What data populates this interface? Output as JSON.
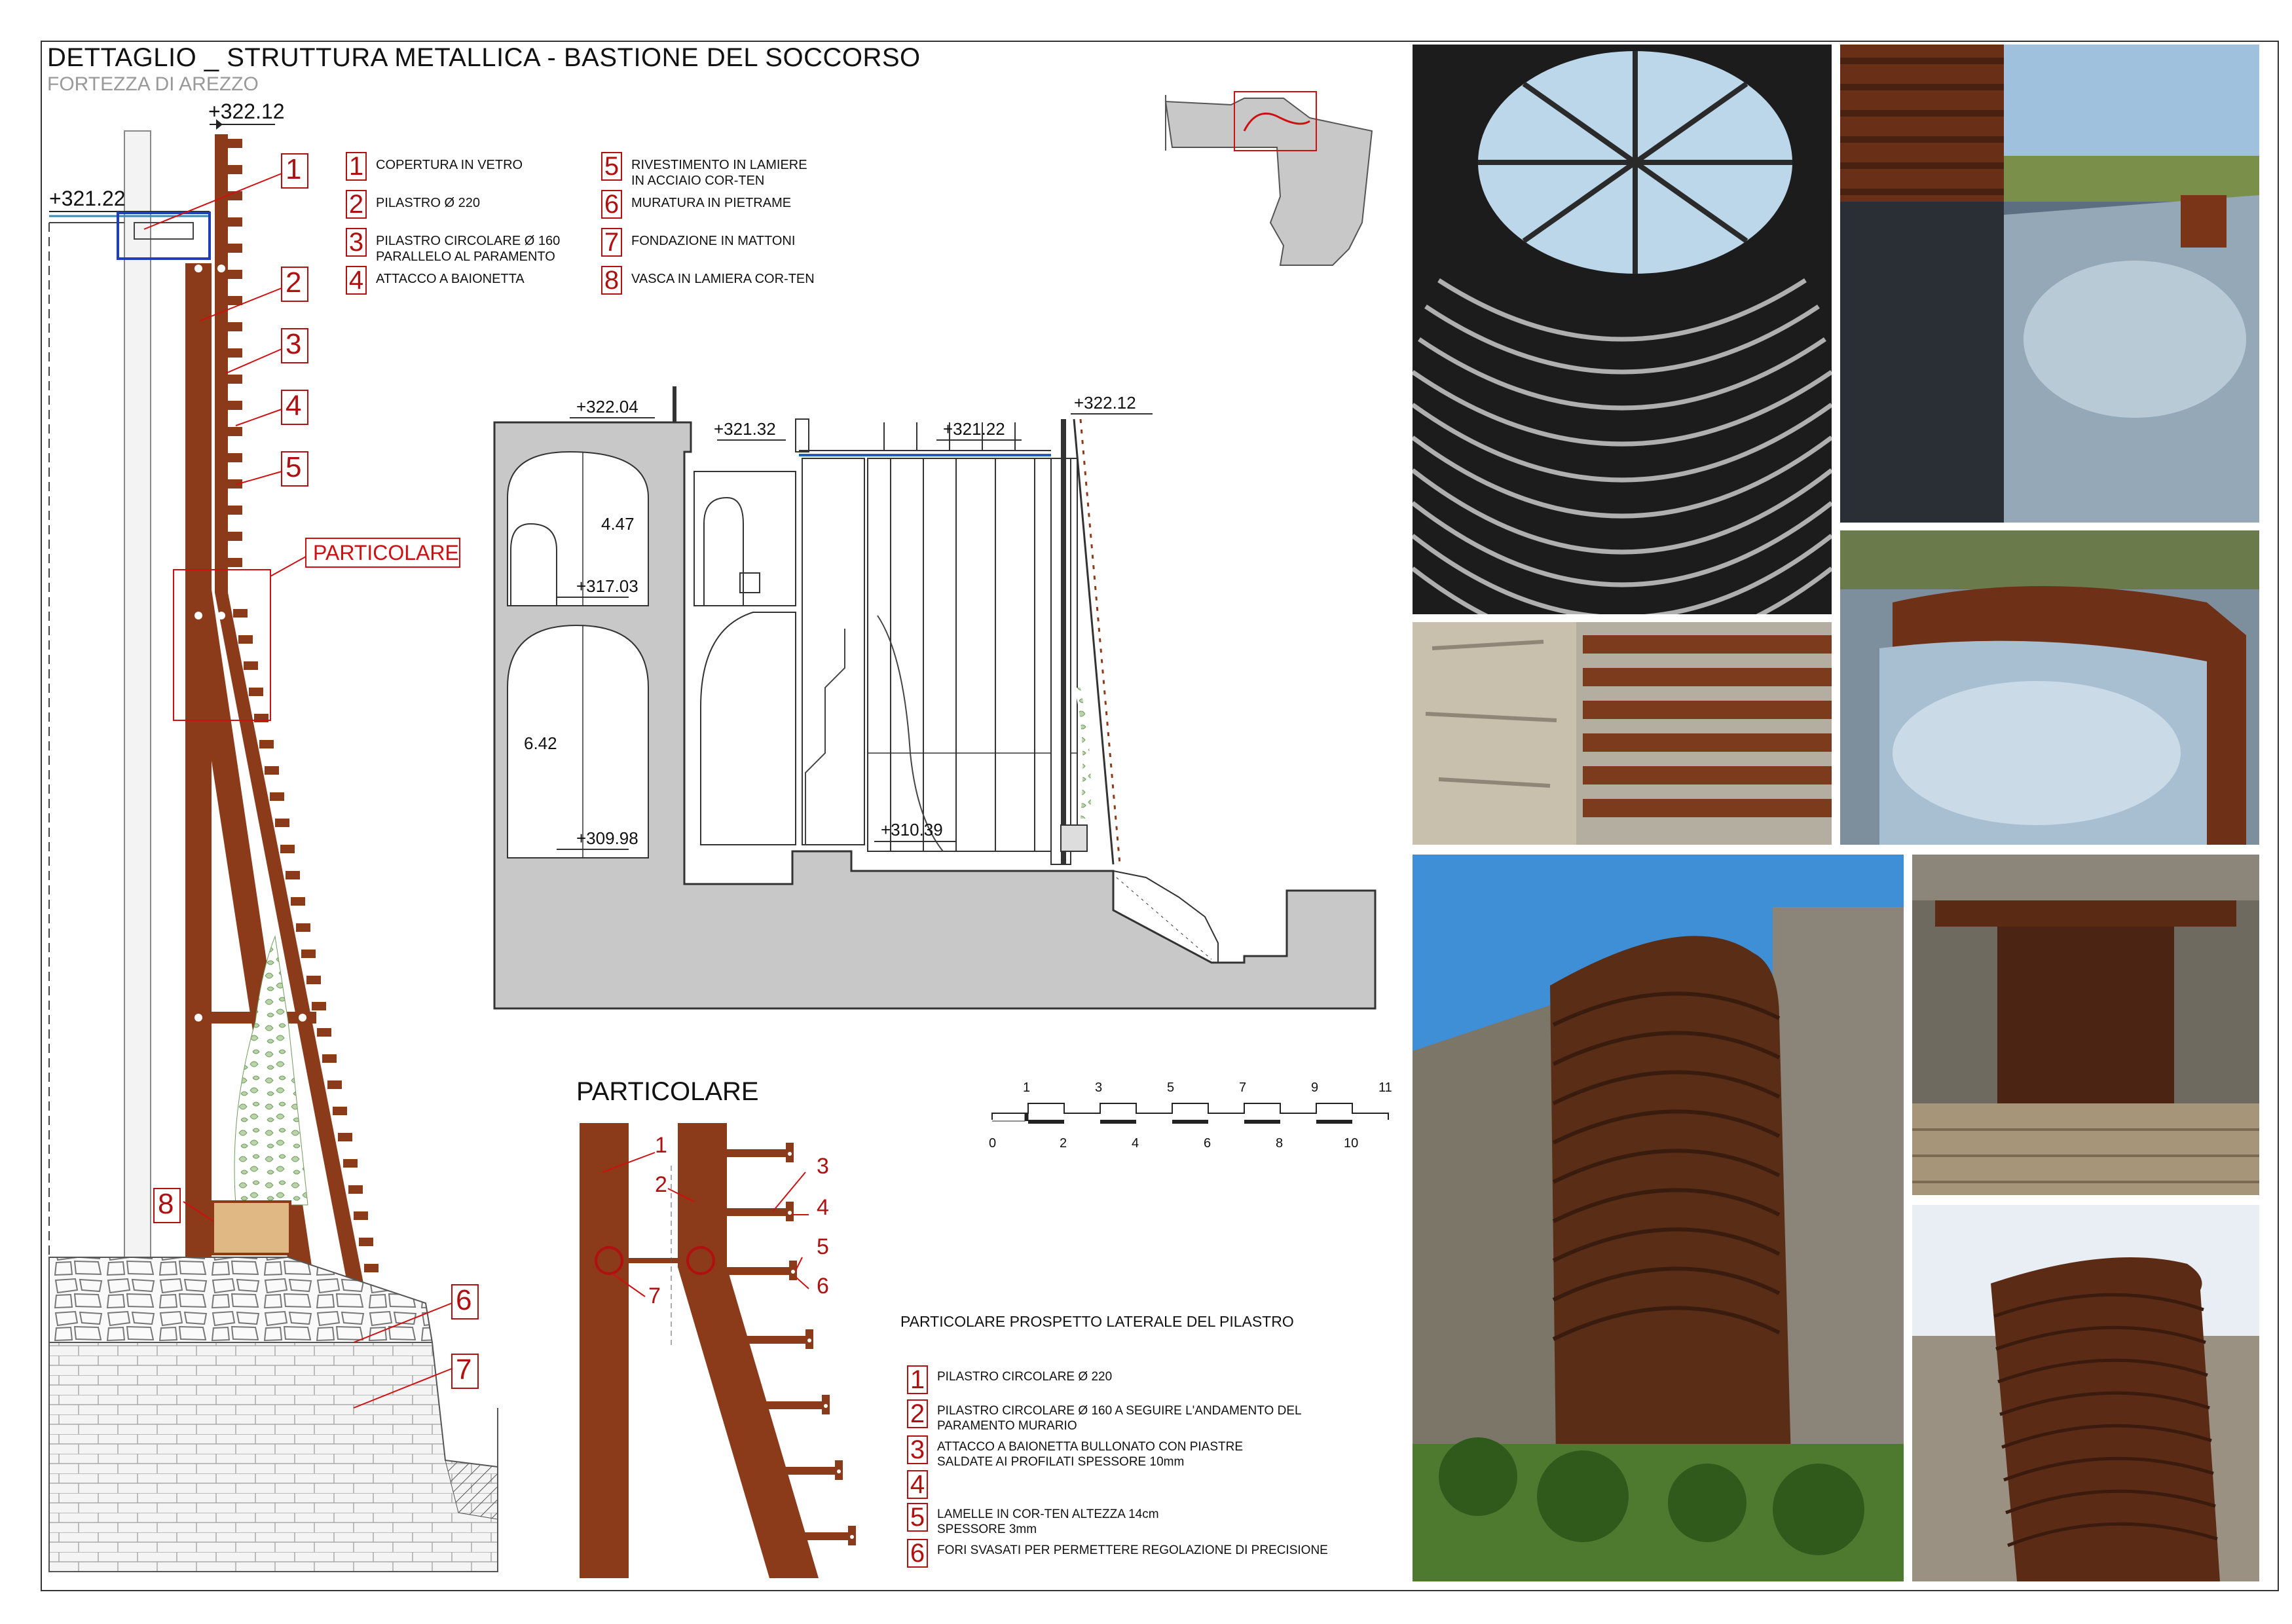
{
  "header": {
    "title": "DETTAGLIO _ STRUTTURA METALLICA - BASTIONE DEL SOCCORSO",
    "subtitle": "FORTEZZA DI AREZZO"
  },
  "legend_main": [
    {
      "n": "1",
      "text": "COPERTURA IN VETRO"
    },
    {
      "n": "2",
      "text": "PILASTRO Ø 220"
    },
    {
      "n": "3",
      "text": "PILASTRO CIRCOLARE Ø 160\nPARALLELO AL PARAMENTO"
    },
    {
      "n": "4",
      "text": "ATTACCO A BAIONETTA"
    },
    {
      "n": "5",
      "text": "RIVESTIMENTO IN LAMIERE\nIN ACCIAIO COR-TEN"
    },
    {
      "n": "6",
      "text": "MURATURA IN PIETRAME"
    },
    {
      "n": "7",
      "text": "FONDAZIONE IN MATTONI"
    },
    {
      "n": "8",
      "text": "VASCA IN LAMIERA COR-TEN"
    }
  ],
  "elevation": {
    "levels": [
      "+322.12",
      "+321.22"
    ],
    "callouts": [
      "1",
      "2",
      "3",
      "4",
      "5",
      "6",
      "7",
      "8"
    ],
    "detail_label": "PARTICOLARE"
  },
  "section": {
    "levels": [
      "+322.04",
      "+321.32",
      "+321.22",
      "+322.12",
      "+317.03",
      "+309.98",
      "+310.39"
    ],
    "dims": [
      "4.47",
      "6.42"
    ]
  },
  "detail": {
    "title": "PARTICOLARE",
    "callouts": [
      "1",
      "2",
      "3",
      "4",
      "5",
      "6",
      "7"
    ]
  },
  "scale_bar": {
    "top": [
      "1",
      "3",
      "5",
      "7",
      "9",
      "11"
    ],
    "bottom": [
      "0",
      "2",
      "4",
      "6",
      "8",
      "10"
    ]
  },
  "legend_detail": {
    "title": "PARTICOLARE PROSPETTO LATERALE DEL PILASTRO",
    "items": [
      {
        "n": "1",
        "text": "PILASTRO CIRCOLARE Ø 220"
      },
      {
        "n": "2",
        "text": "PILASTRO CIRCOLARE Ø 160 A SEGUIRE L'ANDAMENTO DEL\nPARAMENTO MURARIO"
      },
      {
        "n": "3",
        "text": "ATTACCO A BAIONETTA BULLONATO CON PIASTRE\nSALDATE AI PROFILATI SPESSORE 10mm"
      },
      {
        "n": "4",
        "text": ""
      },
      {
        "n": "5",
        "text": "LAMELLE IN COR-TEN ALTEZZA 14cm\nSPESSORE 3mm"
      },
      {
        "n": "6",
        "text": "FORI SVASATI PER PERMETTERE REGOLAZIONE DI PRECISIONE"
      }
    ]
  },
  "colors": {
    "corten": "#8b3a1a",
    "red": "#b01010",
    "masonry": "#c8c8c8"
  }
}
